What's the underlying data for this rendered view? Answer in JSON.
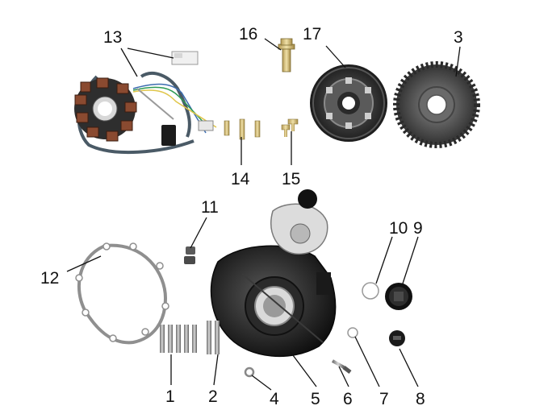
{
  "diagram": {
    "callouts": [
      {
        "id": "c13",
        "text": "13"
      },
      {
        "id": "c16",
        "text": "16"
      },
      {
        "id": "c17",
        "text": "17"
      },
      {
        "id": "c3",
        "text": "3"
      },
      {
        "id": "c14",
        "text": "14"
      },
      {
        "id": "c15",
        "text": "15"
      },
      {
        "id": "c11",
        "text": "11"
      },
      {
        "id": "c10",
        "text": "10"
      },
      {
        "id": "c9",
        "text": "9"
      },
      {
        "id": "c12",
        "text": "12"
      },
      {
        "id": "c1",
        "text": "1"
      },
      {
        "id": "c2",
        "text": "2"
      },
      {
        "id": "c4",
        "text": "4"
      },
      {
        "id": "c5",
        "text": "5"
      },
      {
        "id": "c6",
        "text": "6"
      },
      {
        "id": "c7",
        "text": "7"
      },
      {
        "id": "c8",
        "text": "8"
      }
    ]
  }
}
